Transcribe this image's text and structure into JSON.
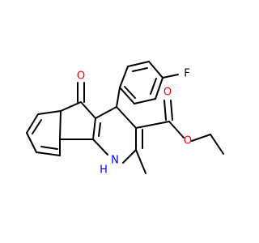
{
  "atoms": {
    "fluorine": {
      "label": "F",
      "color": "#000000"
    },
    "ketone_oxygen": {
      "label": "O",
      "color": "#ff0000"
    },
    "ester_carbonyl_oxygen": {
      "label": "O",
      "color": "#ff0000"
    },
    "ester_ether_oxygen": {
      "label": "O",
      "color": "#ff0000"
    },
    "ring_nitrogen": {
      "label": "N",
      "color": "#0000ff"
    },
    "nitrogen_hydrogen": {
      "label": "H",
      "color": "#0000ff"
    }
  }
}
